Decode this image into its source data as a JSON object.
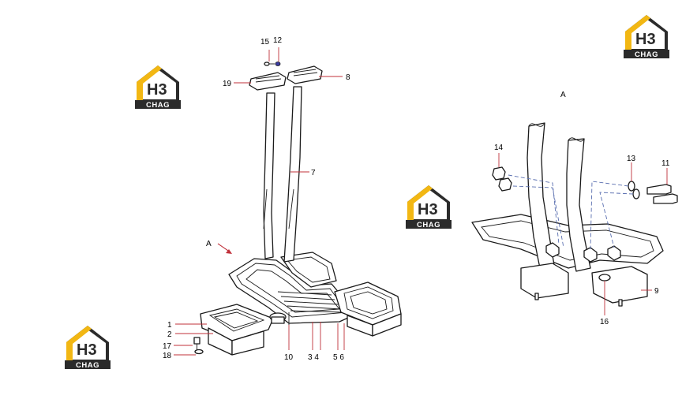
{
  "logo": {
    "mark": "H3",
    "wordmark": "CHAG",
    "colors": {
      "accent": "#f2b713",
      "dark": "#2b2b2b",
      "frame": "#3a3a3a"
    }
  },
  "views": {
    "main_view_label": "A",
    "detail_view_label": "A"
  },
  "callouts": {
    "p15": "15",
    "p12": "12",
    "p19": "19",
    "p8": "8",
    "p7": "7",
    "p1": "1",
    "p2": "2",
    "p17": "17",
    "p18": "18",
    "p10": "10",
    "p3_4": "3 4",
    "p5_6": "5 6",
    "p14": "14",
    "p13": "13",
    "p11": "11",
    "p9": "9",
    "p16": "16"
  },
  "colors": {
    "leader": "#c0303a",
    "phantom": "#5a6fb0",
    "line": "#1a1a1a"
  }
}
